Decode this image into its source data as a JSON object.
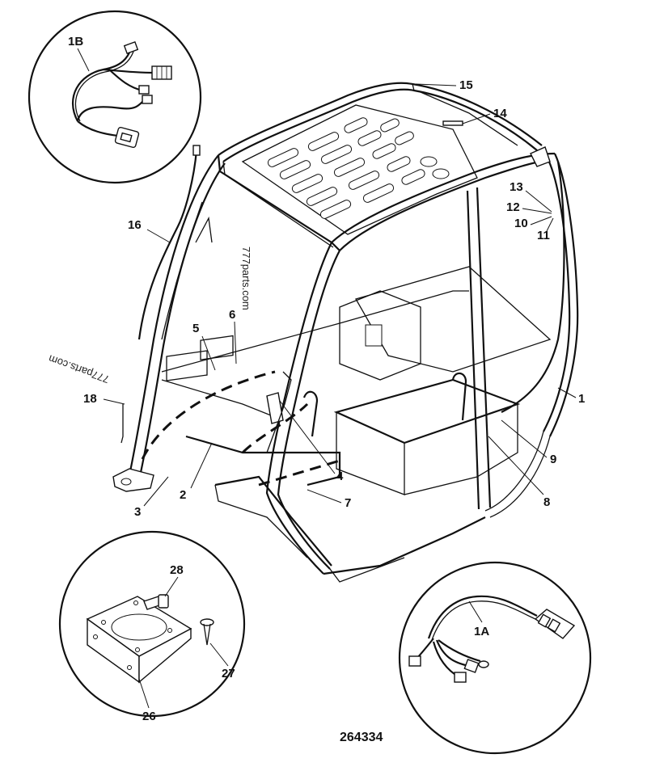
{
  "diagram": {
    "part_number": "264334",
    "watermarks": [
      "777parts.com",
      "777parts.com"
    ],
    "callouts": [
      {
        "id": "c1B",
        "label": "1B"
      },
      {
        "id": "c15",
        "label": "15"
      },
      {
        "id": "c14",
        "label": "14"
      },
      {
        "id": "c13",
        "label": "13"
      },
      {
        "id": "c12",
        "label": "12"
      },
      {
        "id": "c10",
        "label": "10"
      },
      {
        "id": "c11",
        "label": "11"
      },
      {
        "id": "c16",
        "label": "16"
      },
      {
        "id": "c6",
        "label": "6"
      },
      {
        "id": "c5",
        "label": "5"
      },
      {
        "id": "c1",
        "label": "1"
      },
      {
        "id": "c18",
        "label": "18"
      },
      {
        "id": "c9",
        "label": "9"
      },
      {
        "id": "c4",
        "label": "4"
      },
      {
        "id": "c2",
        "label": "2"
      },
      {
        "id": "c3",
        "label": "3"
      },
      {
        "id": "c8",
        "label": "8"
      },
      {
        "id": "c7",
        "label": "7"
      },
      {
        "id": "c28",
        "label": "28"
      },
      {
        "id": "c27",
        "label": "27"
      },
      {
        "id": "c26",
        "label": "26"
      },
      {
        "id": "c1A",
        "label": "1A"
      }
    ]
  }
}
